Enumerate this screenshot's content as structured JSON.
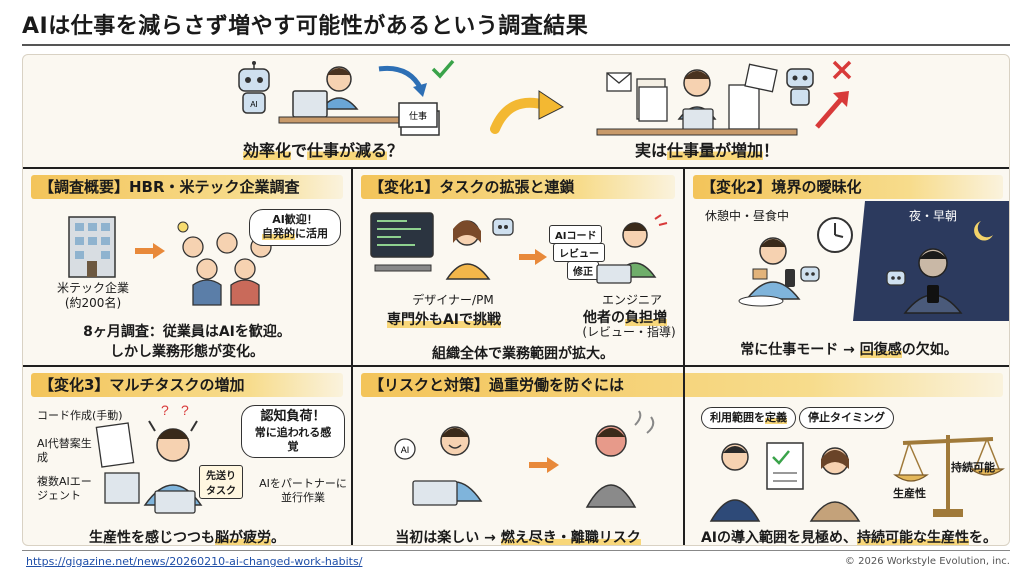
{
  "header": {
    "title": "AIは仕事を減らさず増やす可能性があるという調査結果"
  },
  "hero": {
    "left_caption": [
      "効率化",
      "で",
      "仕事が減る",
      "？"
    ],
    "right_caption": [
      "実は",
      "仕事量が増加",
      "！"
    ],
    "paper_label": "仕事"
  },
  "panels": {
    "survey": {
      "heading": "【調査概要】HBR・米テック企業調査",
      "company_label": "米テック企業",
      "company_size": "(約200名)",
      "bubble_line1": "AI歓迎！",
      "bubble_line2_hl": "自発的",
      "bubble_line2_rest": "に活用",
      "caption_line1": "8ヶ月調査：従業員はAIを歓迎。",
      "caption_line2": "しかし業務形態が変化。"
    },
    "change1": {
      "heading": "【変化1】タスクの拡張と連鎖",
      "role_left": "デザイナー/PM",
      "left_caption": "専門外もAIで挑戦",
      "role_right": "エンジニア",
      "right_caption_a": "他者の",
      "right_caption_hl": "負担増",
      "right_sub": "(レビュー・指導)",
      "tags": [
        "AIコード",
        "レビュー",
        "修正"
      ],
      "caption": "組織全体で業務範囲が拡大。"
    },
    "change2": {
      "heading": "【変化2】境界の曖昧化",
      "label_day": "休憩中・昼食中",
      "label_night": "夜・早朝",
      "caption_a": "常に仕事モード → ",
      "caption_hl": "回復感",
      "caption_b": "の欠如。"
    },
    "change3": {
      "heading": "【変化3】マルチタスクの増加",
      "labels": [
        "コード作成(手動)",
        "AI代替案生成",
        "複数AIエージェント"
      ],
      "bubble_line1": "認知負荷！",
      "bubble_line2": "常に追われる感覚",
      "side_note": "AIをパートナーに並行作業",
      "card": "先送りタスク",
      "caption_a": "生産性を感じつつも",
      "caption_hl": "脳が疲労",
      "caption_b": "。"
    },
    "risk": {
      "heading": "【リスクと対策】過重労働を防ぐには",
      "caption_a": "当初は楽しい → ",
      "caption_hl": "燃え尽き・離職リスク",
      "bubble_a_pre": "利用範囲を",
      "bubble_a_hl": "定義",
      "bubble_b": "停止タイミング",
      "scale_left": "生産性",
      "scale_right": "持続可能",
      "caption2_a": "AIの導入範囲を見極め、",
      "caption2_hl": "持続可能な生産性",
      "caption2_b": "を。",
      "ai_badge": "AI"
    }
  },
  "footer": {
    "link": "https://gigazine.net/news/20260210-ai-changed-work-habits/",
    "copyright": "© 2026 Workstyle Evolution, inc."
  },
  "colors": {
    "accent": "#f3c45a",
    "highlight": "#f8d77a",
    "arrow": "#e8893a",
    "alert": "#d83a3a",
    "check": "#3aa34a",
    "link": "#1f4fa8"
  }
}
